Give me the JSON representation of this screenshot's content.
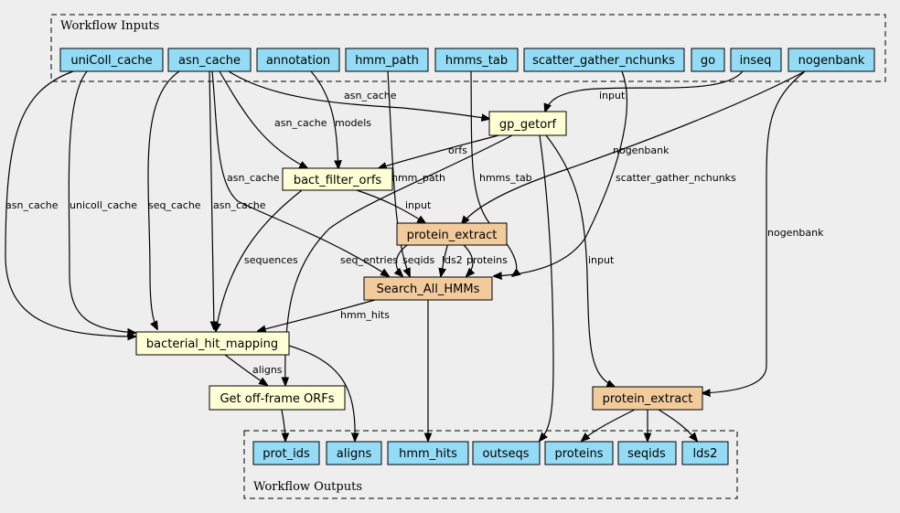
{
  "clusters": {
    "inputs": "Workflow Inputs",
    "outputs": "Workflow Outputs"
  },
  "inputs": {
    "unicoll_cache": "uniColl_cache",
    "asn_cache": "asn_cache",
    "annotation": "annotation",
    "hmm_path": "hmm_path",
    "hmms_tab": "hmms_tab",
    "scatter_gather_nchunks": "scatter_gather_nchunks",
    "go": "go",
    "inseq": "inseq",
    "nogenbank": "nogenbank"
  },
  "steps": {
    "gp_getorf": "gp_getorf",
    "bact_filter_orfs": "bact_filter_orfs",
    "protein_extract_1": "protein_extract",
    "search_all_hmms": "Search_All_HMMs",
    "bacterial_hit_mapping": "bacterial_hit_mapping",
    "get_off_frame_orfs": "Get off-frame ORFs",
    "protein_extract_2": "protein_extract"
  },
  "outputs": {
    "prot_ids": "prot_ids",
    "aligns": "aligns",
    "hmm_hits": "hmm_hits",
    "outseqs": "outseqs",
    "proteins": "proteins",
    "seqids": "seqids",
    "lds2": "lds2"
  },
  "edge_labels": {
    "asn_cache_getorf": "asn_cache",
    "input_getorf": "input",
    "asn_cache_filter": "asn_cache",
    "models": "models",
    "orfs": "orfs",
    "nogenbank_pe1": "nogenbank",
    "hmm_path": "hmm_path",
    "hmms_tab": "hmms_tab",
    "scatter_gather_nchunks": "scatter_gather_nchunks",
    "asn_cache_search": "asn_cache",
    "asn_cache_left": "asn_cache",
    "unicoll_cache": "unicoll_cache",
    "seq_cache": "seq_cache",
    "asn_cache_mapping": "asn_cache",
    "input_pe1": "input",
    "sequences": "sequences",
    "seq_entries": "seq_entries",
    "seqids": "seqids",
    "lds2": "lds2",
    "proteins": "proteins",
    "input_pe2": "input",
    "nogenbank_pe2": "nogenbank",
    "hmm_hits": "hmm_hits",
    "aligns": "aligns"
  }
}
